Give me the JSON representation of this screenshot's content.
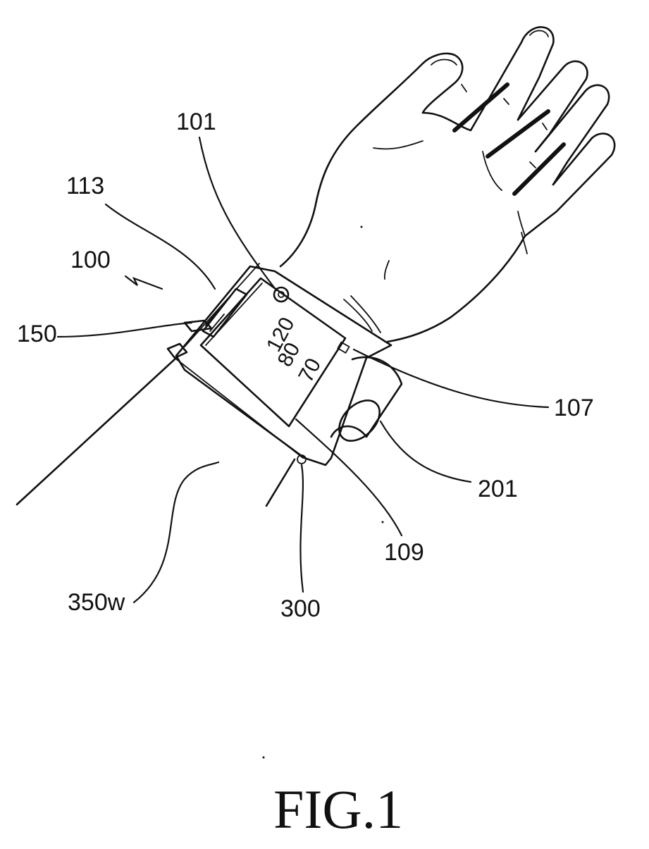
{
  "figure": {
    "caption": "FIG.1",
    "labels": {
      "r101": "101",
      "r113": "113",
      "r100": "100",
      "r150": "150",
      "r107": "107",
      "r201": "201",
      "r109": "109",
      "r300": "300",
      "r350w": "350w"
    },
    "display": {
      "systolic": "120",
      "diastolic": "80",
      "pulse": "70"
    }
  }
}
